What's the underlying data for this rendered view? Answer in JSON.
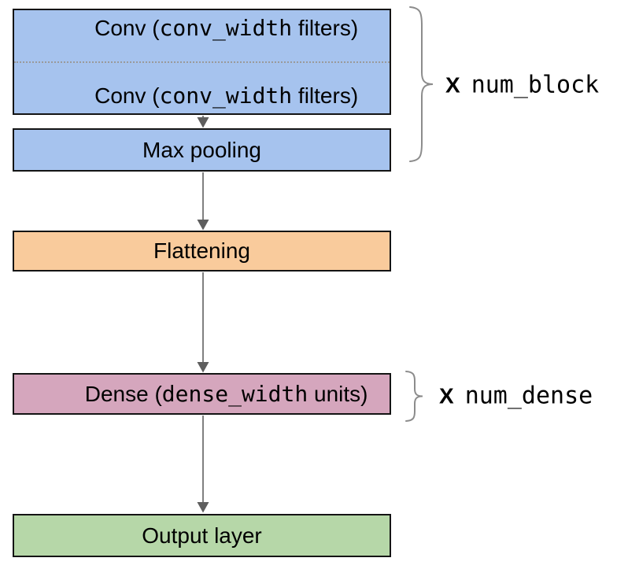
{
  "diagram_title": "cnn-architecture-flow",
  "colors": {
    "conv_fill": "#A6C3EE",
    "pool_fill": "#A6C3EE",
    "flatten_fill": "#F9CB9C",
    "dense_fill": "#D5A6BD",
    "output_fill": "#B6D7A8",
    "border": "#141414",
    "arrow_shaft": "#808080",
    "arrow_head": "#5e5e5e",
    "brace": "#8c8c8c"
  },
  "boxes": {
    "conv1": {
      "prefix": "Conv (",
      "code": "conv_width",
      "suffix": " filters)"
    },
    "conv2": {
      "prefix": "Conv (",
      "code": "conv_width",
      "suffix": " filters)"
    },
    "max_pooling": {
      "label": "Max pooling"
    },
    "flattening": {
      "label": "Flattening"
    },
    "dense": {
      "prefix": "Dense (",
      "code": "dense_width",
      "suffix": " units)"
    },
    "output": {
      "label": "Output layer"
    }
  },
  "annotations": {
    "num_block": {
      "multiplier": "X",
      "code": "num_block"
    },
    "num_dense": {
      "multiplier": "X",
      "code": "num_dense"
    }
  }
}
